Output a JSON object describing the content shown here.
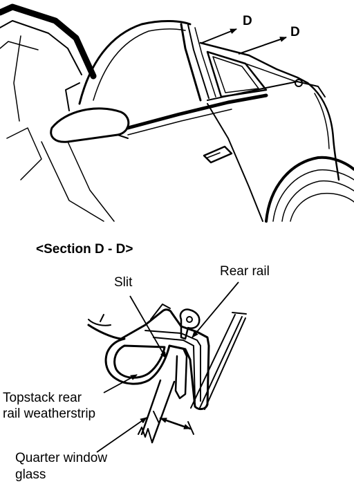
{
  "callouts": {
    "d_upper": "D",
    "d_lower": "D"
  },
  "section": {
    "title": "<Section D - D>",
    "labels": {
      "slit": "Slit",
      "rear_rail": "Rear rail",
      "weatherstrip_line1": "Topstack rear",
      "weatherstrip_line2": "rail weatherstrip",
      "glass_line1": "Quarter window",
      "glass_line2": "glass"
    }
  },
  "colors": {
    "ink": "#000000",
    "paper": "#ffffff"
  }
}
